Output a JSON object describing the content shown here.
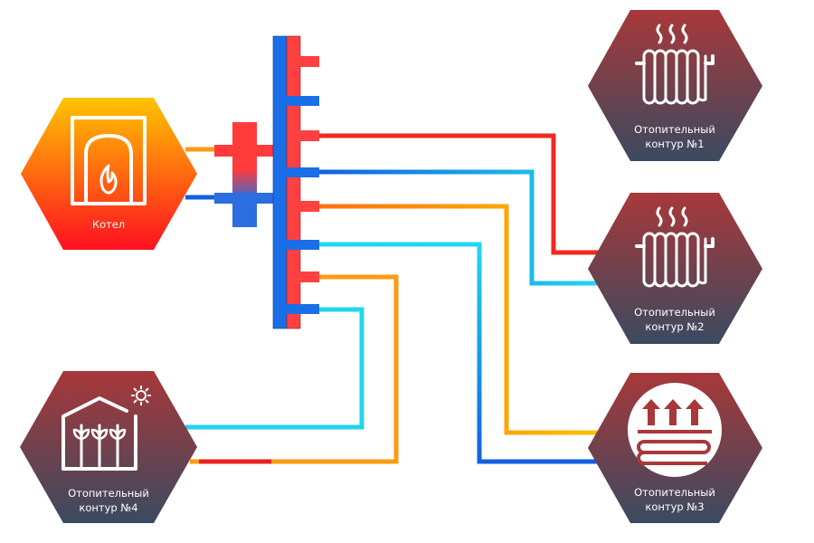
{
  "boiler": {
    "label": "Котел"
  },
  "circuits": [
    {
      "line1": "Отопительный",
      "line2": "контур №1",
      "icon": "radiator-icon"
    },
    {
      "line1": "Отопительный",
      "line2": "контур №2",
      "icon": "radiator-icon"
    },
    {
      "line1": "Отопительный",
      "line2": "контур №3",
      "icon": "floor-heating-icon"
    },
    {
      "line1": "Отопительный",
      "line2": "контур №4",
      "icon": "greenhouse-icon"
    }
  ],
  "colors": {
    "supply": "#ff3b3b",
    "return": "#1068e0",
    "hex_top": "#a8383a",
    "hex_bottom": "#3b4a60",
    "boiler_top": "#ffc000",
    "boiler_bottom": "#ff1a1a"
  }
}
